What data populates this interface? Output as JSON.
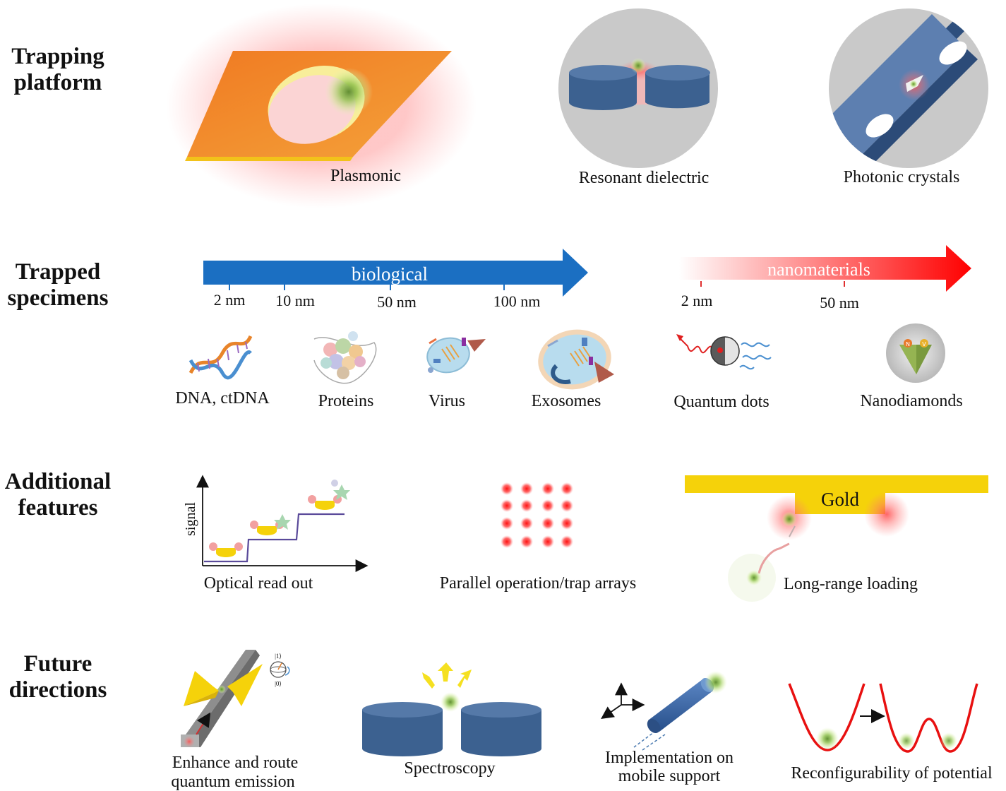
{
  "sections": {
    "trapping_platform": {
      "line1": "Trapping",
      "line2": "platform"
    },
    "trapped_specimens": {
      "line1": "Trapped",
      "line2": "specimens"
    },
    "additional_features": {
      "line1": "Additional",
      "line2": "features"
    },
    "future_directions": {
      "line1": "Future",
      "line2": "directions"
    }
  },
  "platforms": {
    "plasmonic": "Plasmonic",
    "resonant_dielectric": "Resonant dielectric",
    "photonic_crystals": "Photonic crystals"
  },
  "scales": {
    "biological": {
      "label": "biological",
      "ticks": [
        "2 nm",
        "10 nm",
        "50 nm",
        "100 nm"
      ],
      "color": "#1b6fc2"
    },
    "nanomaterials": {
      "label": "nanomaterials",
      "ticks": [
        "2 nm",
        "50 nm"
      ],
      "color": "#ff1a1a"
    }
  },
  "specimens": {
    "dna": "DNA, ctDNA",
    "proteins": "Proteins",
    "virus": "Virus",
    "exosomes": "Exosomes",
    "quantum_dots": "Quantum dots",
    "nanodiamonds": "Nanodiamonds",
    "nv_n": "N",
    "nv_v": "V"
  },
  "features": {
    "optical_readout": "Optical read out",
    "signal_axis": "signal",
    "parallel": "Parallel operation/trap arrays",
    "gold": "Gold",
    "long_range": "Long-range loading"
  },
  "future": {
    "enhance_line1": "Enhance and route",
    "enhance_line2": "quantum emission",
    "ket1": "|1⟩",
    "ket0": "|0⟩",
    "spectroscopy": "Spectroscopy",
    "mobile_line1": "Implementation on",
    "mobile_line2": "mobile support",
    "reconfig": "Reconfigurability of potential"
  },
  "colors": {
    "gold": "#f5d20a",
    "plasmon_orange": "#f0922a",
    "dielectric_blue": "#3c6190",
    "particle_green": "#8cc04a",
    "glow_red": "#ff3030"
  }
}
